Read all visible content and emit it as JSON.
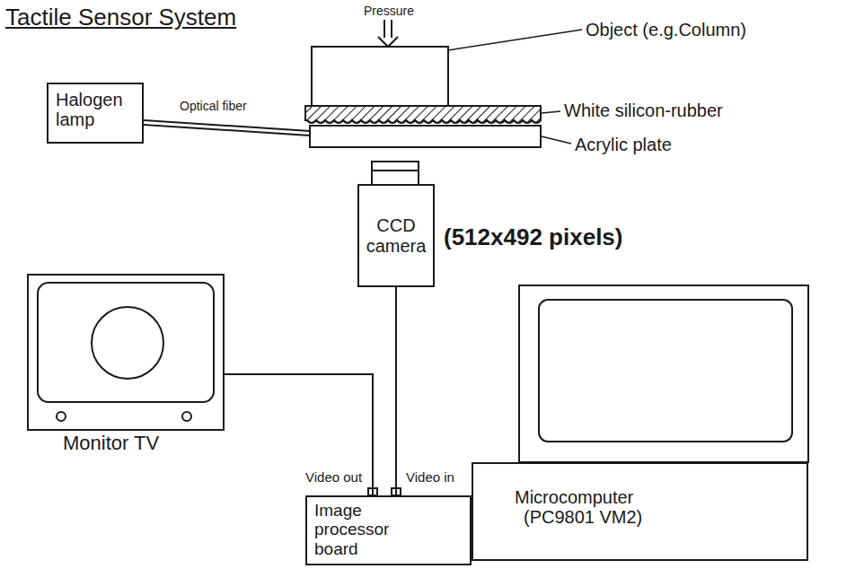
{
  "diagram": {
    "title": "Tactile Sensor System",
    "nodes": [
      {
        "text": [
          "Halogen lamp"
        ]
      },
      {
        "text": [
          "CCD camera"
        ]
      },
      {
        "text": [
          "Monitor TV"
        ]
      },
      {
        "text": [
          "Image processor board"
        ]
      },
      {
        "text": [
          "Microcomputer",
          "(PC9801 VM2)"
        ]
      }
    ],
    "edges": [
      {
        "from": 2,
        "to": 3,
        "arrow": "none"
      },
      {
        "from": 1,
        "to": 3,
        "arrow": "none"
      }
    ],
    "labels": [
      "Pressure",
      "Object (e.g.Column)",
      "White silicon-rubber",
      "Acrylic plate",
      "Optical fiber",
      "(512x492 pixels)",
      "Video out",
      "Video in"
    ]
  }
}
